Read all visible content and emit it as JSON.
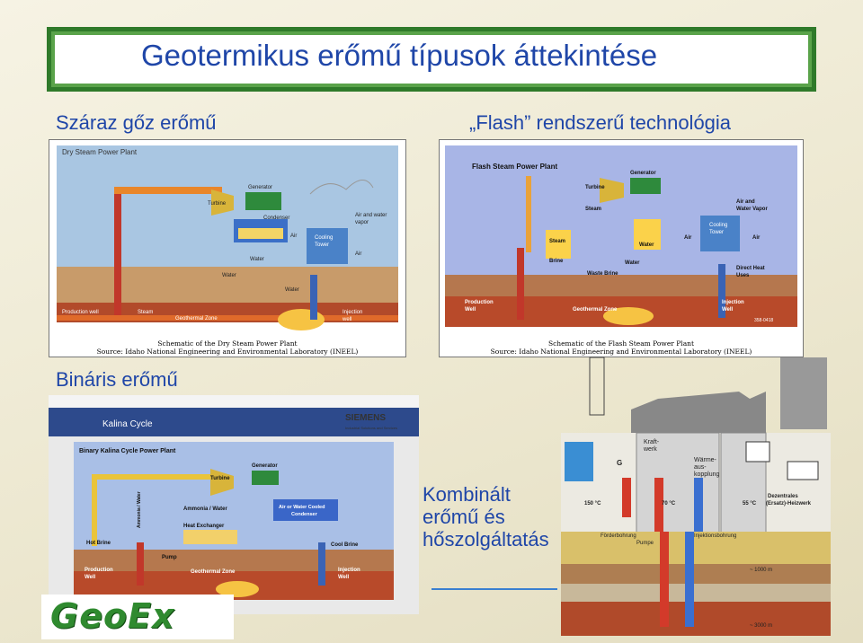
{
  "title": "Geotermikus erőmű típusok áttekintése",
  "labels": {
    "dry": "Száraz gőz erőmű",
    "flash": "„Flash” rendszerű technológia",
    "binary": "Bináris erőmű",
    "combined": [
      "Kombinált",
      "erőmű és",
      "hőszolgáltatás"
    ]
  },
  "dry": {
    "heading": "Dry Steam Power Plant",
    "generator": "Generator",
    "turbine": "Turbine",
    "condenser": "Condenser",
    "air_water_vapor": [
      "Air and water",
      "vapor"
    ],
    "cooling_tower": [
      "Cooling",
      "Tower"
    ],
    "air": "Air",
    "air2": "Air",
    "water": "Water",
    "water2": "Water",
    "water3": "Water",
    "production_well": "Production well",
    "steam": "Steam",
    "geothermal_zone": "Geothermal Zone",
    "injection_well": [
      "Injection",
      "well"
    ],
    "caption": [
      "Schematic of the Dry Steam Power Plant",
      "Source: Idaho National Engineering and Environmental Laboratory (INEEL)"
    ]
  },
  "flash": {
    "heading": "Flash Steam Power Plant",
    "generator": "Generator",
    "turbine": "Turbine",
    "steam": "Steam",
    "steam2": "Steam",
    "air_water_vapor": [
      "Air and",
      "Water Vapor"
    ],
    "cooling_tower": [
      "Cooling",
      "Tower"
    ],
    "air": "Air",
    "air2": "Air",
    "water": "Water",
    "water2": "Water",
    "brine": "Brine",
    "waste_brine": "Waste Brine",
    "direct_heat": [
      "Direct Heat",
      "Uses"
    ],
    "production_well": [
      "Production",
      "Well"
    ],
    "geothermal_zone": "Geothermal Zone",
    "injection_well": [
      "Injection",
      "Well"
    ],
    "code": "358-0418",
    "caption": [
      "Schematic of the Flash Steam Power Plant",
      "Source: Idaho National Engineering and Environmental Laboratory (INEEL)"
    ]
  },
  "binary": {
    "header": "Kalina Cycle",
    "brand": "SIEMENS",
    "brand_sub": "Industrial Solutions and Services",
    "heading": "Binary Kalina Cycle Power Plant",
    "generator": "Generator",
    "turbine": "Turbine",
    "ammonia_water": "Ammonia / Water",
    "ammonia_water_v": "Ammonia / Water",
    "condenser": [
      "Air or Water Cooled",
      "Condenser"
    ],
    "heat_exchanger": "Heat Exchanger",
    "hot_brine": "Hot Brine",
    "cool_brine": "Cool Brine",
    "pump": "Pump",
    "production_well": [
      "Production",
      "Well"
    ],
    "geothermal_zone": "Geothermal Zone",
    "injection_well": [
      "Injection",
      "Well"
    ]
  },
  "combined": {
    "kraftwerk": [
      "Kraft-",
      "werk"
    ],
    "waerme": [
      "Wärme-",
      "aus-",
      "kopplung"
    ],
    "g": "G",
    "t150": "150 °C",
    "t70": "70 °C",
    "t55": "55 °C",
    "dezentrales": [
      "Dezentrales",
      "(Ersatz)-Heizwerk"
    ],
    "foerder": "Förderbohrung",
    "pumpe": "Pumpe",
    "injektion": "Injektionsbohrung",
    "d1000": "~ 1000 m",
    "d3000": "~ 3000 m"
  },
  "logo": "GeoEx"
}
